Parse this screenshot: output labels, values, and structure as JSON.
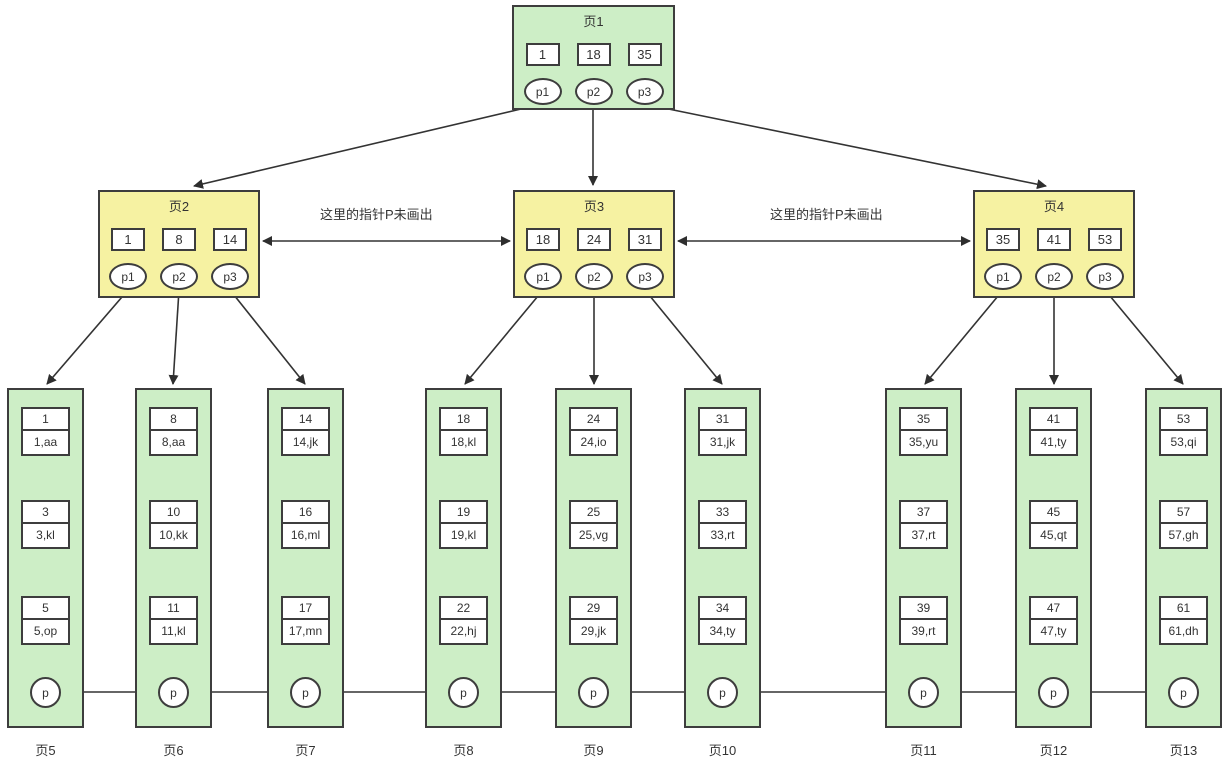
{
  "diagram": {
    "kind": "b-plus-tree-index",
    "annotations": {
      "left": "这里的指针P未画出",
      "right": "这里的指针P未画出"
    },
    "root": {
      "title": "页1",
      "keys": [
        "1",
        "18",
        "35"
      ],
      "pointers": [
        "p1",
        "p2",
        "p3"
      ]
    },
    "internal": [
      {
        "title": "页2",
        "keys": [
          "1",
          "8",
          "14"
        ],
        "pointers": [
          "p1",
          "p2",
          "p3"
        ]
      },
      {
        "title": "页3",
        "keys": [
          "18",
          "24",
          "31"
        ],
        "pointers": [
          "p1",
          "p2",
          "p3"
        ]
      },
      {
        "title": "页4",
        "keys": [
          "35",
          "41",
          "53"
        ],
        "pointers": [
          "p1",
          "p2",
          "p3"
        ]
      }
    ],
    "leaves": [
      {
        "label": "页5",
        "pointer": "p",
        "records": [
          {
            "key": "1",
            "value": "1,aa"
          },
          {
            "key": "3",
            "value": "3,kl"
          },
          {
            "key": "5",
            "value": "5,op"
          }
        ]
      },
      {
        "label": "页6",
        "pointer": "p",
        "records": [
          {
            "key": "8",
            "value": "8,aa"
          },
          {
            "key": "10",
            "value": "10,kk"
          },
          {
            "key": "11",
            "value": "11,kl"
          }
        ]
      },
      {
        "label": "页7",
        "pointer": "p",
        "records": [
          {
            "key": "14",
            "value": "14,jk"
          },
          {
            "key": "16",
            "value": "16,ml"
          },
          {
            "key": "17",
            "value": "17,mn"
          }
        ]
      },
      {
        "label": "页8",
        "pointer": "p",
        "records": [
          {
            "key": "18",
            "value": "18,kl"
          },
          {
            "key": "19",
            "value": "19,kl"
          },
          {
            "key": "22",
            "value": "22,hj"
          }
        ]
      },
      {
        "label": "页9",
        "pointer": "p",
        "records": [
          {
            "key": "24",
            "value": "24,io"
          },
          {
            "key": "25",
            "value": "25,vg"
          },
          {
            "key": "29",
            "value": "29,jk"
          }
        ]
      },
      {
        "label": "页10",
        "pointer": "p",
        "records": [
          {
            "key": "31",
            "value": "31,jk"
          },
          {
            "key": "33",
            "value": "33,rt"
          },
          {
            "key": "34",
            "value": "34,ty"
          }
        ]
      },
      {
        "label": "页11",
        "pointer": "p",
        "records": [
          {
            "key": "35",
            "value": "35,yu"
          },
          {
            "key": "37",
            "value": "37,rt"
          },
          {
            "key": "39",
            "value": "39,rt"
          }
        ]
      },
      {
        "label": "页12",
        "pointer": "p",
        "records": [
          {
            "key": "41",
            "value": "41,ty"
          },
          {
            "key": "45",
            "value": "45,qt"
          },
          {
            "key": "47",
            "value": "47,ty"
          }
        ]
      },
      {
        "label": "页13",
        "pointer": "p",
        "records": [
          {
            "key": "53",
            "value": "53,qi"
          },
          {
            "key": "57",
            "value": "57,gh"
          },
          {
            "key": "61",
            "value": "61,dh"
          }
        ]
      }
    ],
    "colors": {
      "node_green": "#cdeec6",
      "node_yellow": "#f6f2a2",
      "border": "#3d3d3d",
      "arrow": "#333333",
      "cell_bg": "#ffffff"
    }
  }
}
